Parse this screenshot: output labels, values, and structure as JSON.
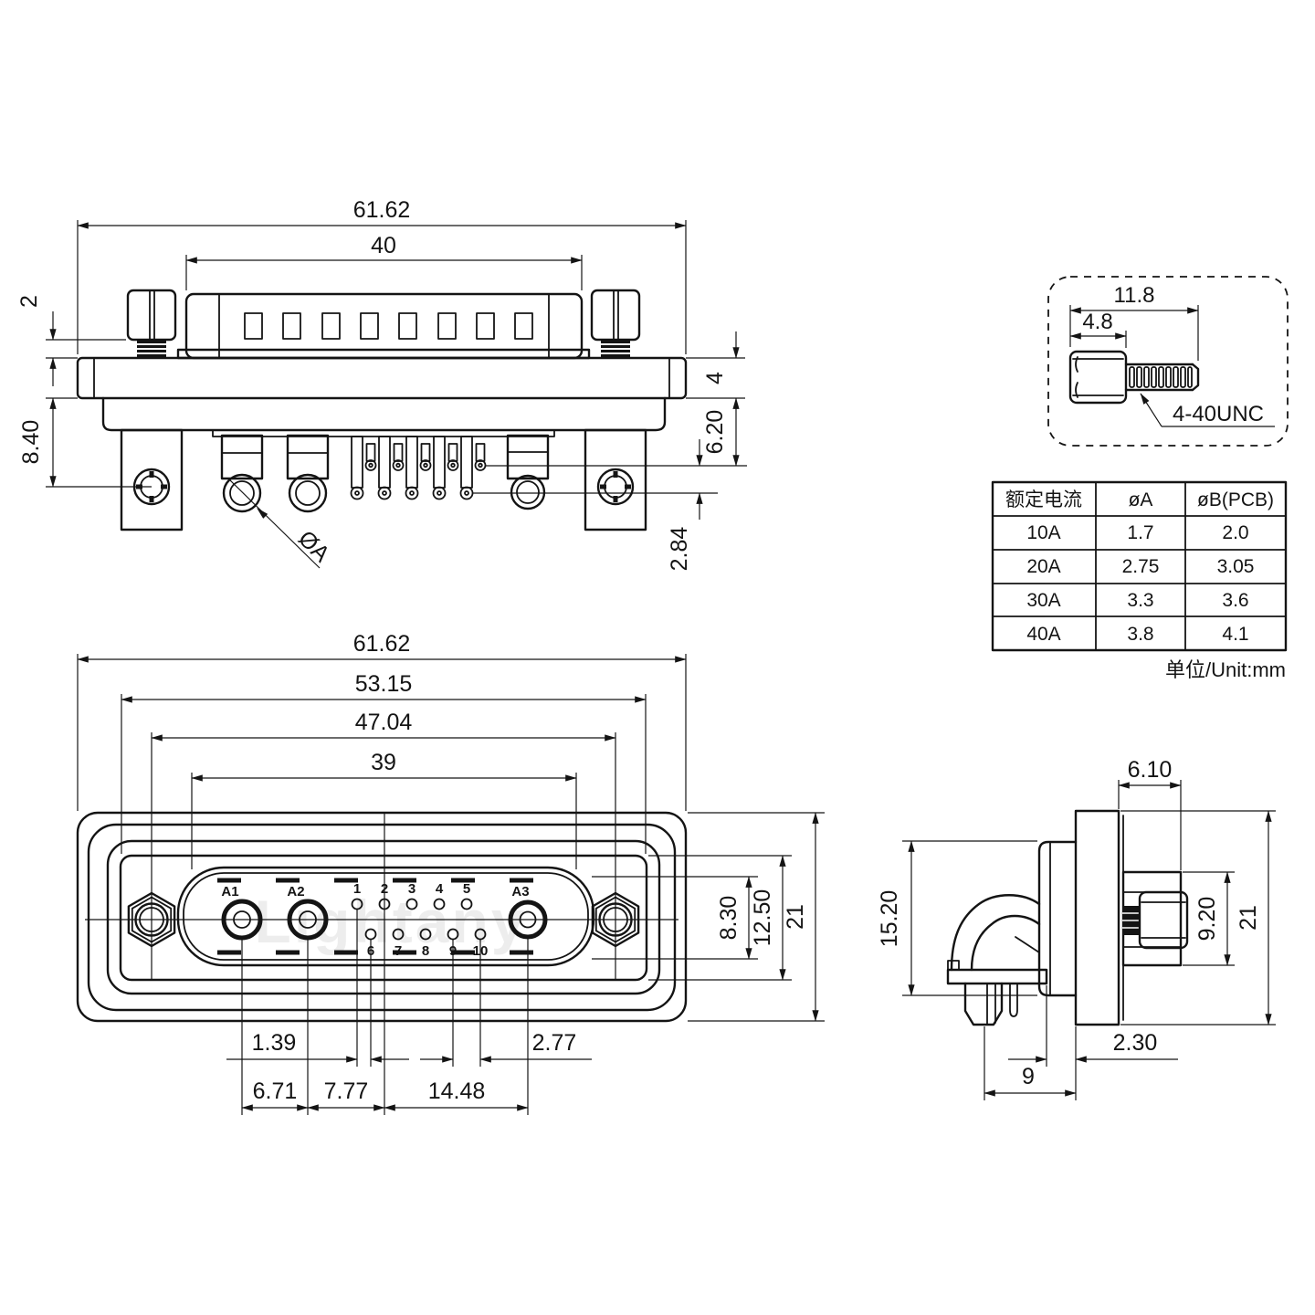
{
  "watermark": "Lightany",
  "unit_note": "单位/Unit:mm",
  "top_view": {
    "dims": {
      "overall_width": "61.62",
      "hood_width": "40",
      "screw_thread_exposed": "2",
      "flange_to_hole": "8.40",
      "flange_thickness": "4",
      "pin_protrusion": "6.20",
      "pin_row_stagger": "2.84"
    },
    "solder_cup_callout": "ØA"
  },
  "screw_detail": {
    "dims": {
      "overall_length": "11.8",
      "head_length": "4.8"
    },
    "thread_spec": "4-40UNC"
  },
  "front_view": {
    "dims": {
      "overall_width": "61.62",
      "frame_width": "53.15",
      "mount_hole_spacing": "47.04",
      "insert_width": "39",
      "pin_row_offset": "1.39",
      "pin_pitch": "2.77",
      "a1_to_a2": "6.71",
      "a2_to_pin2": "7.77",
      "pin2_to_a3": "14.48",
      "insert_height": "8.30",
      "frame_height": "12.50",
      "overall_height": "21"
    },
    "pins": {
      "a1": "A1",
      "a2": "A2",
      "a3": "A3",
      "p1": "1",
      "p2": "2",
      "p3": "3",
      "p4": "4",
      "p5": "5",
      "p6": "6",
      "p7": "7",
      "p8": "8",
      "p9": "9",
      "p10": "10"
    }
  },
  "side_view": {
    "dims": {
      "shell_depth": "6.10",
      "body_height": "15.20",
      "shell_height": "9.20",
      "overall_height": "21",
      "bracket_offset": "2.30",
      "leg_to_flange": "9"
    }
  },
  "spec_table": {
    "headers": [
      "额定电流",
      "øA",
      "øB(PCB)"
    ],
    "rows": [
      [
        "10A",
        "1.7",
        "2.0"
      ],
      [
        "20A",
        "2.75",
        "3.05"
      ],
      [
        "30A",
        "3.3",
        "3.6"
      ],
      [
        "40A",
        "3.8",
        "4.1"
      ]
    ]
  }
}
